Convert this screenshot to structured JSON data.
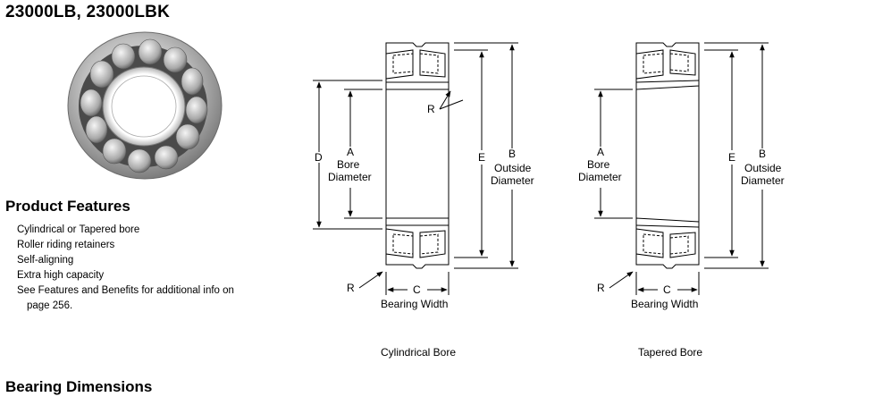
{
  "title": "23000LB, 23000LBK",
  "product_features": {
    "heading": "Product Features",
    "items": [
      "Cylindrical or Tapered bore",
      "Roller riding retainers",
      "Self-aligning",
      "Extra high capacity",
      "See Features and Benefits for additional info on"
    ],
    "last_item_continuation": "page 256."
  },
  "bearing_dimensions_heading": "Bearing Dimensions",
  "diagram_cylindrical": {
    "caption": "Cylindrical Bore",
    "label_D": "D",
    "label_A": "A",
    "label_bore_1": "Bore",
    "label_bore_2": "Diameter",
    "label_E": "E",
    "label_B": "B",
    "label_od_1": "Outside",
    "label_od_2": "Diameter",
    "label_R_top": "R",
    "label_R_bottom": "R",
    "label_C": "C",
    "label_width": "Bearing Width"
  },
  "diagram_tapered": {
    "caption": "Tapered Bore",
    "label_A": "A",
    "label_bore_1": "Bore",
    "label_bore_2": "Diameter",
    "label_E": "E",
    "label_B": "B",
    "label_od_1": "Outside",
    "label_od_2": "Diameter",
    "label_R_bottom": "R",
    "label_C": "C",
    "label_width": "Bearing Width"
  }
}
